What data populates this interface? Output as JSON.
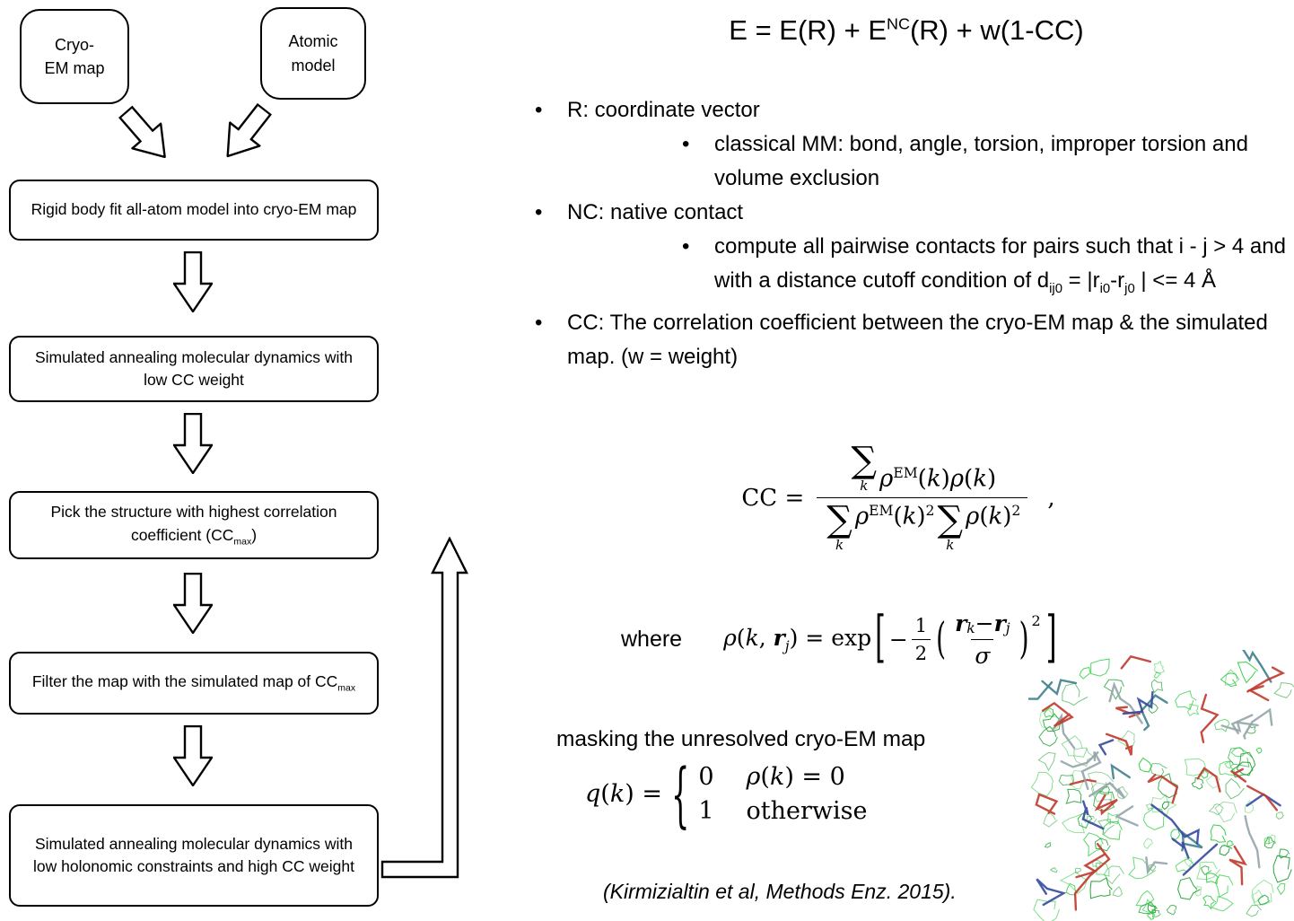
{
  "flowchart": {
    "box_cryo": "Cryo-\nEM map",
    "box_atomic": "Atomic\nmodel",
    "box_rigid": "Rigid body fit all-atom model into cryo-EM map",
    "box_sa_low": "Simulated annealing molecular dynamics with low CC weight",
    "box_pick": [
      [
        "t",
        "Pick the structure with highest correlation coefficient (CC"
      ],
      [
        "sub",
        "max"
      ],
      [
        "t",
        ")"
      ]
    ],
    "box_filter": [
      [
        "t",
        "Filter the map with the simulated map of CC"
      ],
      [
        "sub",
        "max"
      ]
    ],
    "box_sa_high": "Simulated annealing molecular dynamics with low holonomic constraints and high CC weight"
  },
  "right": {
    "title_eq": [
      [
        "t",
        "E = E(R) + E"
      ],
      [
        "sup",
        "NC"
      ],
      [
        "t",
        "(R) + w(1-CC)"
      ]
    ],
    "bullet_char": "•",
    "bullets": [
      {
        "level": 1,
        "parts": [
          [
            "t",
            "R: coordinate vector"
          ]
        ]
      },
      {
        "level": 2,
        "parts": [
          [
            "t",
            "classical MM: bond, angle, torsion, improper torsion and volume exclusion"
          ]
        ]
      },
      {
        "level": 1,
        "parts": [
          [
            "t",
            "NC: native contact"
          ]
        ]
      },
      {
        "level": 2,
        "parts": [
          [
            "t",
            "compute all pairwise contacts for pairs such that i - j > 4 and with a distance cutoff condition of d"
          ],
          [
            "sub",
            "ij0"
          ],
          [
            "t",
            " = |r"
          ],
          [
            "sub",
            "i0"
          ],
          [
            "t",
            "-r"
          ],
          [
            "sub",
            "j0"
          ],
          [
            "t",
            " | <= 4 Å"
          ]
        ]
      },
      {
        "level": 1,
        "parts": [
          [
            "t",
            "CC: The correlation coefficient between the cryo-EM map & the simulated map. (w = weight)"
          ]
        ]
      }
    ],
    "cc_eq": {
      "lhs": "CC =",
      "sum": "∑",
      "sum_sub": "k",
      "num_tail": [
        [
          "i",
          "ρ"
        ],
        [
          "sup",
          "EM"
        ],
        [
          "t",
          "("
        ],
        [
          "i",
          "k"
        ],
        [
          "t",
          ")"
        ],
        [
          "i",
          "ρ"
        ],
        [
          "t",
          "("
        ],
        [
          "i",
          "k"
        ],
        [
          "t",
          ")"
        ]
      ],
      "den_a": [
        [
          "i",
          "ρ"
        ],
        [
          "sup",
          "EM"
        ],
        [
          "t",
          "("
        ],
        [
          "i",
          "k"
        ],
        [
          "t",
          ")"
        ],
        [
          "sup",
          "2"
        ]
      ],
      "den_b": [
        [
          "i",
          "ρ"
        ],
        [
          "t",
          "("
        ],
        [
          "i",
          "k"
        ],
        [
          "t",
          ")"
        ],
        [
          "sup",
          "2"
        ]
      ],
      "comma": ","
    },
    "where_eq": {
      "label": "where",
      "lhs": [
        [
          "i",
          "ρ"
        ],
        [
          "t",
          "("
        ],
        [
          "i",
          "k"
        ],
        [
          "t",
          ", "
        ],
        [
          "bi",
          "r"
        ],
        [
          "sub",
          "j"
        ],
        [
          "t",
          ") = exp"
        ]
      ],
      "open_bracket": "[",
      "minus": "−",
      "half_num": "1",
      "half_den": "2",
      "open_paren": "(",
      "inner_num": [
        [
          "bi",
          "r"
        ],
        [
          "sub",
          "k"
        ],
        [
          "t",
          " − "
        ],
        [
          "bi",
          "r"
        ],
        [
          "sub",
          "j"
        ]
      ],
      "inner_den": "σ",
      "close_paren": ")",
      "power": "2",
      "close_bracket": "]"
    },
    "masking_text": "masking the unresolved cryo-EM map",
    "mask_eq": {
      "lhs": [
        [
          "i",
          "q"
        ],
        [
          "t",
          "("
        ],
        [
          "i",
          "k"
        ],
        [
          "t",
          ") ="
        ]
      ],
      "brace": "{",
      "rows": [
        {
          "val": "0",
          "cond": [
            [
              "i",
              "ρ"
            ],
            [
              "t",
              "("
            ],
            [
              "i",
              "k"
            ],
            [
              "t",
              ") = 0"
            ]
          ]
        },
        {
          "val": "1",
          "cond": [
            [
              "t",
              "otherwise"
            ]
          ]
        }
      ]
    },
    "citation": "(Kirmizialtin et al, Methods Enz. 2015)."
  },
  "molecule": {
    "colors": {
      "mesh": "#2ecc40",
      "mesh_dark": "#179e2d",
      "stick_red": "#c0392b",
      "stick_blue": "#34499e",
      "stick_gray": "#93a5aa",
      "stick_teal": "#3f7f8c"
    }
  }
}
